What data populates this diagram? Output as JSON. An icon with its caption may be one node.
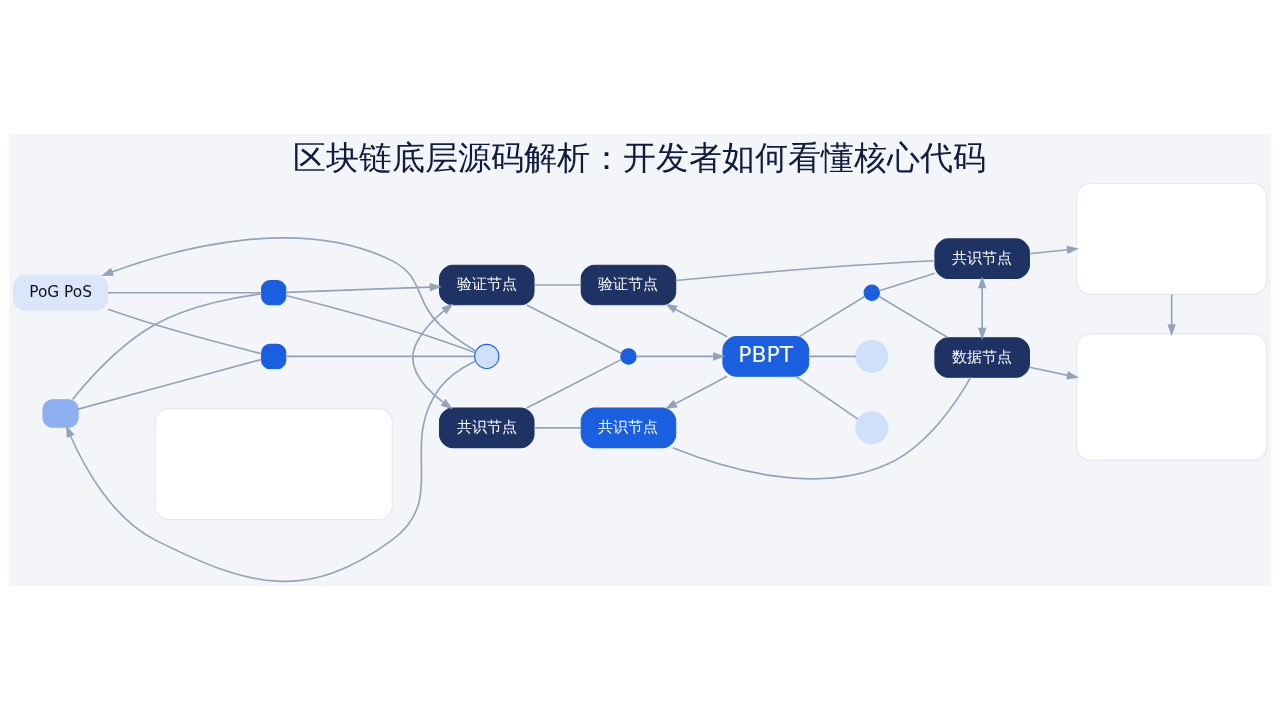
{
  "diagram": {
    "title": "区块链底层源码解析：开发者如何看懂核心代码",
    "nodes": [
      {
        "text": [
          "PoG PoS"
        ]
      },
      {
        "text": [],
        "shape": "box"
      },
      {
        "text": [],
        "shape": "circle"
      },
      {
        "text": [],
        "shape": "box"
      },
      {
        "text": [],
        "shape": "box"
      },
      {
        "text": [
          "验证节点"
        ]
      },
      {
        "text": [
          "验证节点"
        ]
      },
      {
        "text": [
          "共识节点"
        ]
      },
      {
        "text": [],
        "shape": "box"
      },
      {
        "text": [
          "共识节点"
        ]
      },
      {
        "text": [],
        "shape": "circle"
      },
      {
        "text": [
          "PBPT"
        ]
      },
      {
        "text": [],
        "shape": "circle"
      },
      {
        "text": [],
        "shape": "circle"
      },
      {
        "text": [],
        "shape": "circle"
      },
      {
        "text": [
          "数据节点"
        ]
      },
      {
        "text": [],
        "shape": "box"
      },
      {
        "text": [
          "共识节点"
        ]
      },
      {
        "text": [],
        "shape": "box"
      }
    ],
    "edges": [
      {
        "from": 1,
        "to": 0,
        "arrow": "none"
      },
      {
        "from": 0,
        "to": 3,
        "arrow": "none"
      },
      {
        "from": 1,
        "to": 4,
        "arrow": "none"
      },
      {
        "from": 4,
        "to": 3,
        "arrow": "none"
      },
      {
        "from": 1,
        "to": 2,
        "arrow": "none"
      },
      {
        "from": 2,
        "to": 3,
        "arrow": "none"
      },
      {
        "from": 2,
        "to": 0,
        "arrow": "to"
      },
      {
        "from": 2,
        "to": 4,
        "arrow": "to"
      },
      {
        "from": 3,
        "to": 5,
        "arrow": "to"
      },
      {
        "from": 5,
        "to": 9,
        "arrow": "both"
      },
      {
        "from": 5,
        "to": 10,
        "arrow": "none"
      },
      {
        "from": 9,
        "to": 10,
        "arrow": "none"
      },
      {
        "from": 10,
        "to": 11,
        "arrow": "to"
      },
      {
        "from": 11,
        "to": 6,
        "arrow": "to"
      },
      {
        "from": 11,
        "to": 17,
        "arrow": "to"
      },
      {
        "from": 5,
        "to": 6,
        "arrow": "none"
      },
      {
        "from": 9,
        "to": 17,
        "arrow": "none"
      },
      {
        "from": 6,
        "to": 7,
        "arrow": "none"
      },
      {
        "from": 17,
        "to": 15,
        "arrow": "none"
      },
      {
        "from": 11,
        "to": 12,
        "arrow": "none"
      },
      {
        "from": 12,
        "to": 7,
        "arrow": "none"
      },
      {
        "from": 12,
        "to": 15,
        "arrow": "none"
      },
      {
        "from": 7,
        "to": 15,
        "arrow": "both"
      },
      {
        "from": 11,
        "to": 13,
        "arrow": "none"
      },
      {
        "from": 11,
        "to": 14,
        "arrow": "none"
      },
      {
        "from": 7,
        "to": 8,
        "arrow": "to"
      },
      {
        "from": 15,
        "to": 16,
        "arrow": "to"
      },
      {
        "from": 8,
        "to": 16,
        "arrow": "to"
      }
    ]
  }
}
